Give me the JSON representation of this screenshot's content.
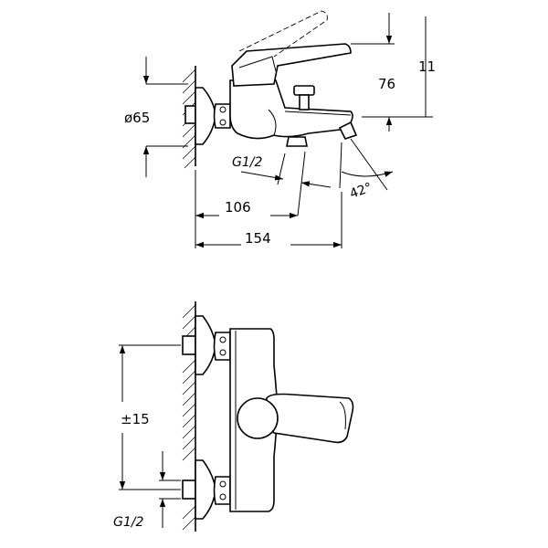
{
  "dimensions": {
    "diameter": "ø65",
    "height_a": "11",
    "height_b": "76",
    "thread_top": "G1/2",
    "angle": "42°",
    "length_a": "106",
    "length_b": "154",
    "spacing": "±15",
    "thread_bottom": "G1/2"
  }
}
